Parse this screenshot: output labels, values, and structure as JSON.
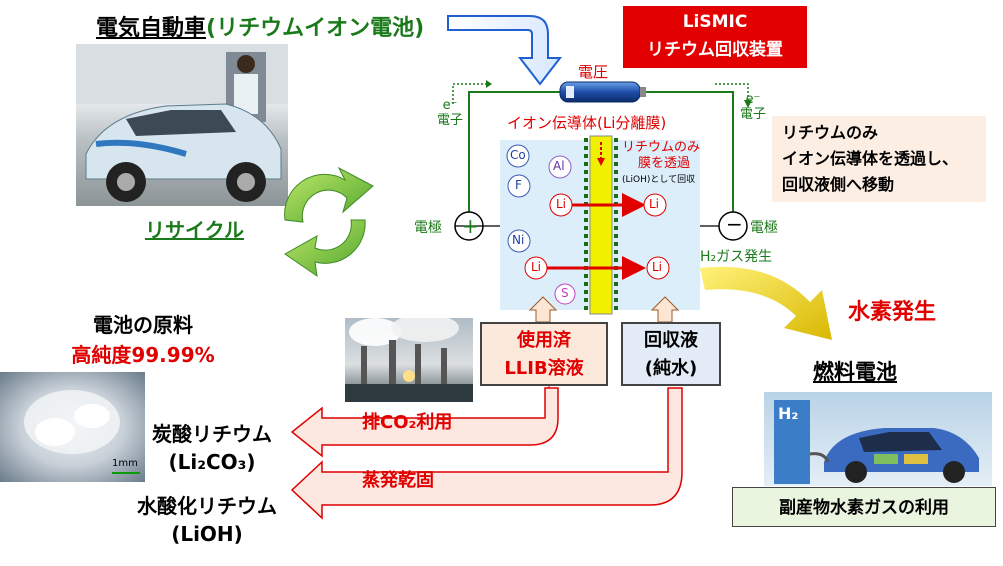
{
  "title_car": {
    "main": "電気自動車",
    "sub": "(リチウムイオン電池)"
  },
  "lismic": {
    "line1": "LiSMIC",
    "line2": "リチウム回収装置"
  },
  "voltage_label": "電圧",
  "electron": {
    "symbol": "e⁻",
    "label": "電子"
  },
  "membrane_label": "イオン伝導体(Li分離膜)",
  "membrane_note": {
    "line1": "リチウムのみ",
    "line2": "膜を透過",
    "line3": "(LiOH)として回収"
  },
  "ions_left": [
    "Co",
    "Al",
    "F",
    "Li",
    "Ni",
    "Li",
    "S"
  ],
  "ions_right": [
    "Li",
    "Li"
  ],
  "electrode_plus": {
    "sign": "+",
    "label": "電極"
  },
  "electrode_minus": {
    "sign": "−",
    "label": "電極"
  },
  "h2_label": "H₂ガス発生",
  "callout": {
    "line1": "リチウムのみ",
    "line2": "イオン伝導体を透過し、",
    "line3": "回収液側へ移動"
  },
  "hydrogen_label": "水素発生",
  "fuel_cell_label": "燃料電池",
  "recycle_label": "リサイクル",
  "raw_material": {
    "title": "電池の原料",
    "purity": "高純度99.99%"
  },
  "scale_label": "1mm",
  "used_solution": {
    "line1": "使用済",
    "line2": "LLIB溶液"
  },
  "recovery_solution": {
    "line1": "回収液",
    "line2": "(純水)"
  },
  "co2_label": "排CO₂利用",
  "evap_label": "蒸発乾固",
  "product1": {
    "name": "炭酸リチウム",
    "formula": "(Li₂CO₃)"
  },
  "product2": {
    "name": "水酸化リチウム",
    "formula": "(LiOH)"
  },
  "byproduct_label": "副産物水素ガスの利用",
  "h2_sign": "H₂",
  "colors": {
    "green": "#1a7a1a",
    "red": "#e00000",
    "blue": "#2060d0",
    "membrane": "#f0f000"
  }
}
